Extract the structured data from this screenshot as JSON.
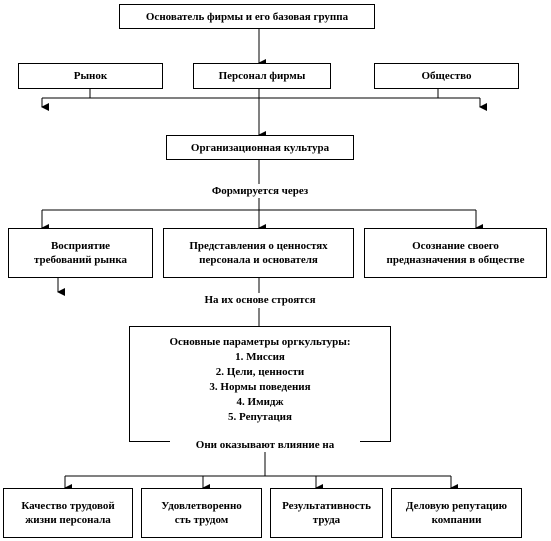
{
  "founder": "Основатель фирмы и его базовая группа",
  "row1": {
    "market": "Рынок",
    "staff": "Персонал фирмы",
    "society": "Общество"
  },
  "culture": "Организационная культура",
  "formed_through": "Формируется через",
  "row2": {
    "perception": [
      "Восприятие",
      "требований рынка"
    ],
    "values": [
      "Представления о ценностях",
      "персонала и основателя"
    ],
    "purpose": [
      "Осознание своего",
      "предназначения в обществе"
    ]
  },
  "built_on": "На их основе строятся",
  "params": {
    "title": "Основные параметры оргкультуры:",
    "items": [
      "1. Миссия",
      "2. Цели, ценности",
      "3. Нормы поведения",
      "4. Имидж",
      "5. Репутация"
    ],
    "influence": "Они оказывают влияние на"
  },
  "row3": {
    "quality": [
      "Качество трудовой",
      "жизни персонала"
    ],
    "satisfaction": [
      "Удовлетворенно",
      "сть трудом"
    ],
    "results": [
      "Результативность",
      "труда"
    ],
    "reputation": [
      "Деловую репутацию",
      "компании"
    ]
  }
}
